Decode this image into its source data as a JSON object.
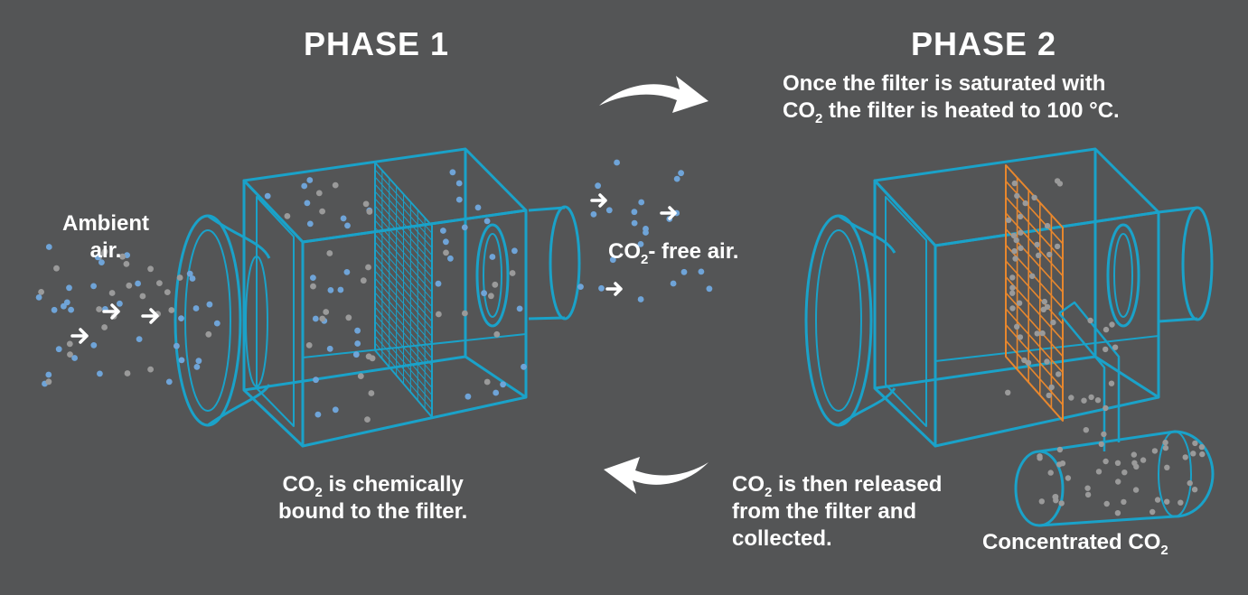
{
  "colors": {
    "background": "#545556",
    "unit_outline": "#1aa2c9",
    "filter_heated": "#e8872d",
    "dot_blue": "#6fa4d8",
    "dot_grey": "#9a9a9a",
    "text": "#ffffff"
  },
  "phase1": {
    "title": "PHASE 1",
    "inlet_label_line1": "Ambient",
    "inlet_label_line2": "air.",
    "outlet_co": "CO",
    "outlet_sub": "2",
    "outlet_rest": "- free air.",
    "caption_co": "CO",
    "caption_sub": "2",
    "caption_line1_rest": " is chemically",
    "caption_line2": "bound to the filter."
  },
  "phase2": {
    "title": "PHASE 2",
    "desc_line1": "Once the filter is saturated with",
    "desc_co": "CO",
    "desc_sub": "2",
    "desc_line2_rest": " the filter is heated to 100 °C.",
    "caption_co": "CO",
    "caption_sub": "2",
    "caption_line1_rest": " is then released",
    "caption_line2": "from the filter and",
    "caption_line3": "collected.",
    "tank_label": "Concentrated CO",
    "tank_sub": "2"
  },
  "icons": {
    "cycle_top": "curved-arrow-right-icon",
    "cycle_bottom": "curved-arrow-left-icon",
    "flow": "chevron-arrow-icon"
  }
}
